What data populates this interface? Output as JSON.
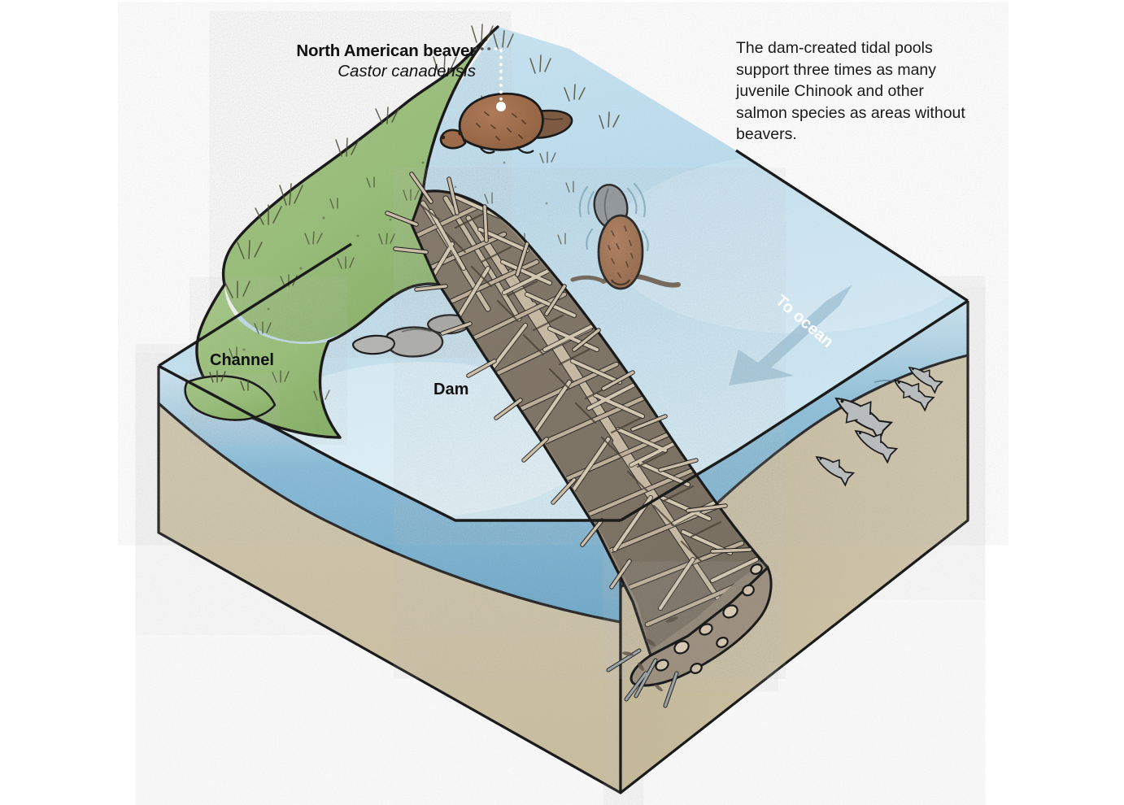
{
  "figure": {
    "type": "cutaway-block-diagram",
    "subject": "Beaver dam in a tidal estuary channel"
  },
  "labels": {
    "beaver_common_name": "North American beaver",
    "beaver_scientific_name": "Castor canadensis",
    "channel": "Channel",
    "dam": "Dam",
    "flow_arrow": "To ocean"
  },
  "caption": {
    "note": "The dam-created tidal pools support three times as many juvenile Chinook and other salmon species as areas without beavers."
  },
  "colors": {
    "water_surface": "#b9dcee",
    "water_surface_light": "#cfe8f4",
    "water_cut_face": "#7cb8d8",
    "grass": "#9ec27e",
    "grass_dark": "#8ab36b",
    "sediment_top": "#cfc3a8",
    "sediment_front": "#d9cfb4",
    "sediment_side": "#cbbf9f",
    "dam_stick_light": "#cbbda8",
    "dam_stick_mid": "#9d9181",
    "dam_shadow": "#5c5348",
    "beaver_body": "#9c6a4a",
    "beaver_tail": "#7d5b42",
    "fish": "#b9bcbd",
    "rock": "#a9a9a6",
    "arrow": "#9dc0d3",
    "outline": "#1b1b1b",
    "text": "#111111"
  },
  "scene_elements": [
    {
      "name": "grass-bank",
      "description": "vegetated tidal marsh bank on the left/upper-left"
    },
    {
      "name": "water-surface",
      "description": "tidal channel water filling the right side and pool behind dam"
    },
    {
      "name": "beaver-on-bank",
      "description": "North American beaver resting on grassy bank"
    },
    {
      "name": "beaver-swimming",
      "description": "beaver swimming in the channel with tail and ripples"
    },
    {
      "name": "stick-dam",
      "description": "dam built of interwoven sticks crossing the channel diagonally"
    },
    {
      "name": "salmon-group",
      "description": "five juvenile salmon in the tidal pool downstream"
    },
    {
      "name": "rocks",
      "description": "rocks in the shallow channel margin"
    },
    {
      "name": "sediment-block",
      "description": "cut-away sand and sediment substrate forming the block"
    }
  ],
  "fish_count": 5
}
